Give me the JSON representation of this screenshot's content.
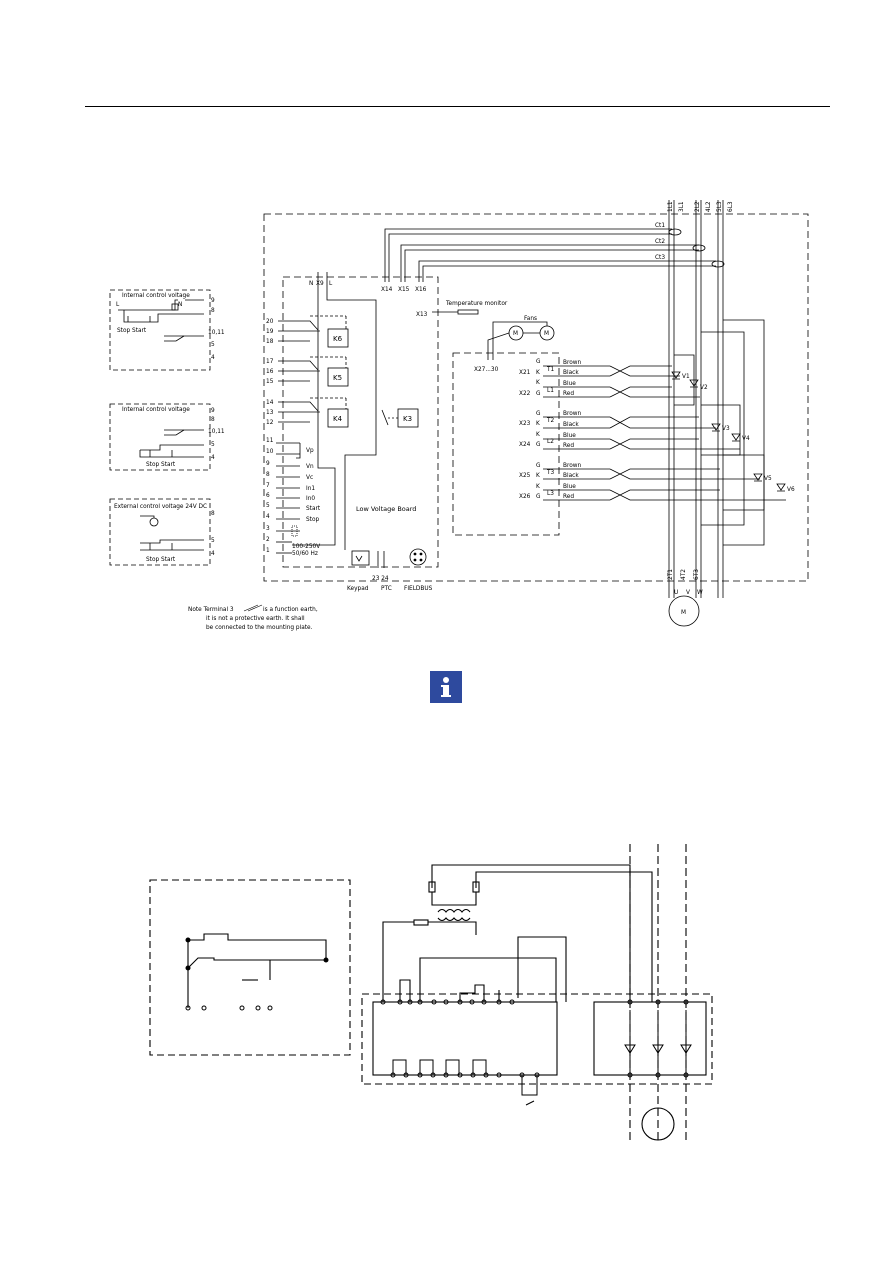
{
  "diagram1": {
    "terminals_top": [
      "X14",
      "X15",
      "X16"
    ],
    "n_label": "N",
    "x9_label": "X9",
    "l_label": "L",
    "temperature_monitor": "Temperature monitor",
    "x13": "X13",
    "fans": "Fans",
    "m": "M",
    "x27_30": "X27...30",
    "current_transformers": [
      "Ct1",
      "Ct2",
      "Ct3"
    ],
    "supply_labels": [
      "1L1",
      "3L1",
      "2L2",
      "4L2",
      "5L3",
      "6L3"
    ],
    "motor_terminals": [
      "2T1",
      "4T2",
      "6T3"
    ],
    "motor_phases": [
      "U",
      "V",
      "W"
    ],
    "relays": [
      "K6",
      "K5",
      "K4",
      "K3"
    ],
    "terminal_numbers": [
      "20",
      "19",
      "18",
      "17",
      "16",
      "15",
      "14",
      "13",
      "12",
      "11",
      "10",
      "9",
      "8",
      "7",
      "6",
      "5",
      "4",
      "3",
      "2",
      "1"
    ],
    "terminal_functions": [
      "Vp",
      "Vn",
      "Vc",
      "In1",
      "In0",
      "Start",
      "Stop"
    ],
    "supply_text_1": "100-250V",
    "supply_text_2": "50/60 Hz",
    "board_label": "Low Voltage Board",
    "bottom_labels": [
      "Keypad",
      "PTC",
      "FIELDBUS"
    ],
    "ptc_numbers": "23 24",
    "gate_connectors": [
      "X21",
      "X22",
      "X23",
      "X24",
      "X25",
      "X26"
    ],
    "pin_g": "G",
    "pin_k": "K",
    "gate_phase_labels": [
      "T1",
      "L1",
      "T2",
      "L2",
      "T3",
      "L3"
    ],
    "wire_colors": [
      "Brown",
      "Black",
      "Blue",
      "Red"
    ],
    "thyristors": [
      "V1",
      "V2",
      "V3",
      "V4",
      "V5",
      "V6"
    ],
    "box1_title": "Internal control voltage",
    "box2_title": "Internal control voltage",
    "box3_title": "External control voltage 24V DC",
    "stop_start": "Stop Start",
    "box_pins_a": [
      "9",
      "8",
      "10,11",
      "5",
      "4"
    ],
    "box_pins_b": [
      "9",
      "8",
      "10,11",
      "5",
      "4"
    ],
    "box_pins_c": [
      "8",
      "5",
      "4"
    ],
    "box_l": "L",
    "box_n": "N",
    "note_1": "Note  Terminal 3 ",
    "note_1b": " is a function earth,",
    "note_2": "it is not a protective earth. It shall",
    "note_3": "be connected to the mounting plate.",
    "info_icon": "info-icon"
  }
}
